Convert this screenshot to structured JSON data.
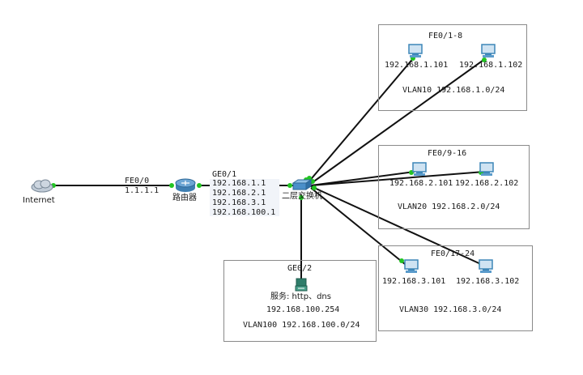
{
  "colors": {
    "link": "#111111",
    "port_dot": "#22c422",
    "box_border": "#8a8a8a",
    "switch": "#4a8fc9",
    "pc": "#3d86b8"
  },
  "internet": {
    "label": "Internet",
    "icon": "cloud-icon"
  },
  "link_internet": {
    "port": "FE0/0",
    "ip": "1.1.1.1"
  },
  "router": {
    "label": "路由器",
    "icon": "router-icon"
  },
  "router_uplink": {
    "port": "GE0/1",
    "ips": [
      "192.168.1.1",
      "192.168.2.1",
      "192.168.3.1",
      "192.168.100.1"
    ]
  },
  "switch": {
    "label": "二层交换机",
    "icon": "switch-icon"
  },
  "vlan_boxes": [
    {
      "id": "vlan10",
      "ports": "FE0/1-8",
      "pcs": [
        "192.168.1.101",
        "192.168.1.102"
      ],
      "vlan": "VLAN10  192.168.1.0/24"
    },
    {
      "id": "vlan20",
      "ports": "FE0/9-16",
      "pcs": [
        "192.168.2.101",
        "192.168.2.102"
      ],
      "vlan": "VLAN20  192.168.2.0/24"
    },
    {
      "id": "vlan30",
      "ports": "FE0/17-24",
      "pcs": [
        "192.168.3.101",
        "192.168.3.102"
      ],
      "vlan": "VLAN30  192.168.3.0/24"
    }
  ],
  "server_box": {
    "port": "GE0/2",
    "label": "服务: http、dns",
    "ip": "192.168.100.254",
    "vlan": "VLAN100  192.168.100.0/24",
    "icon": "server-icon"
  }
}
